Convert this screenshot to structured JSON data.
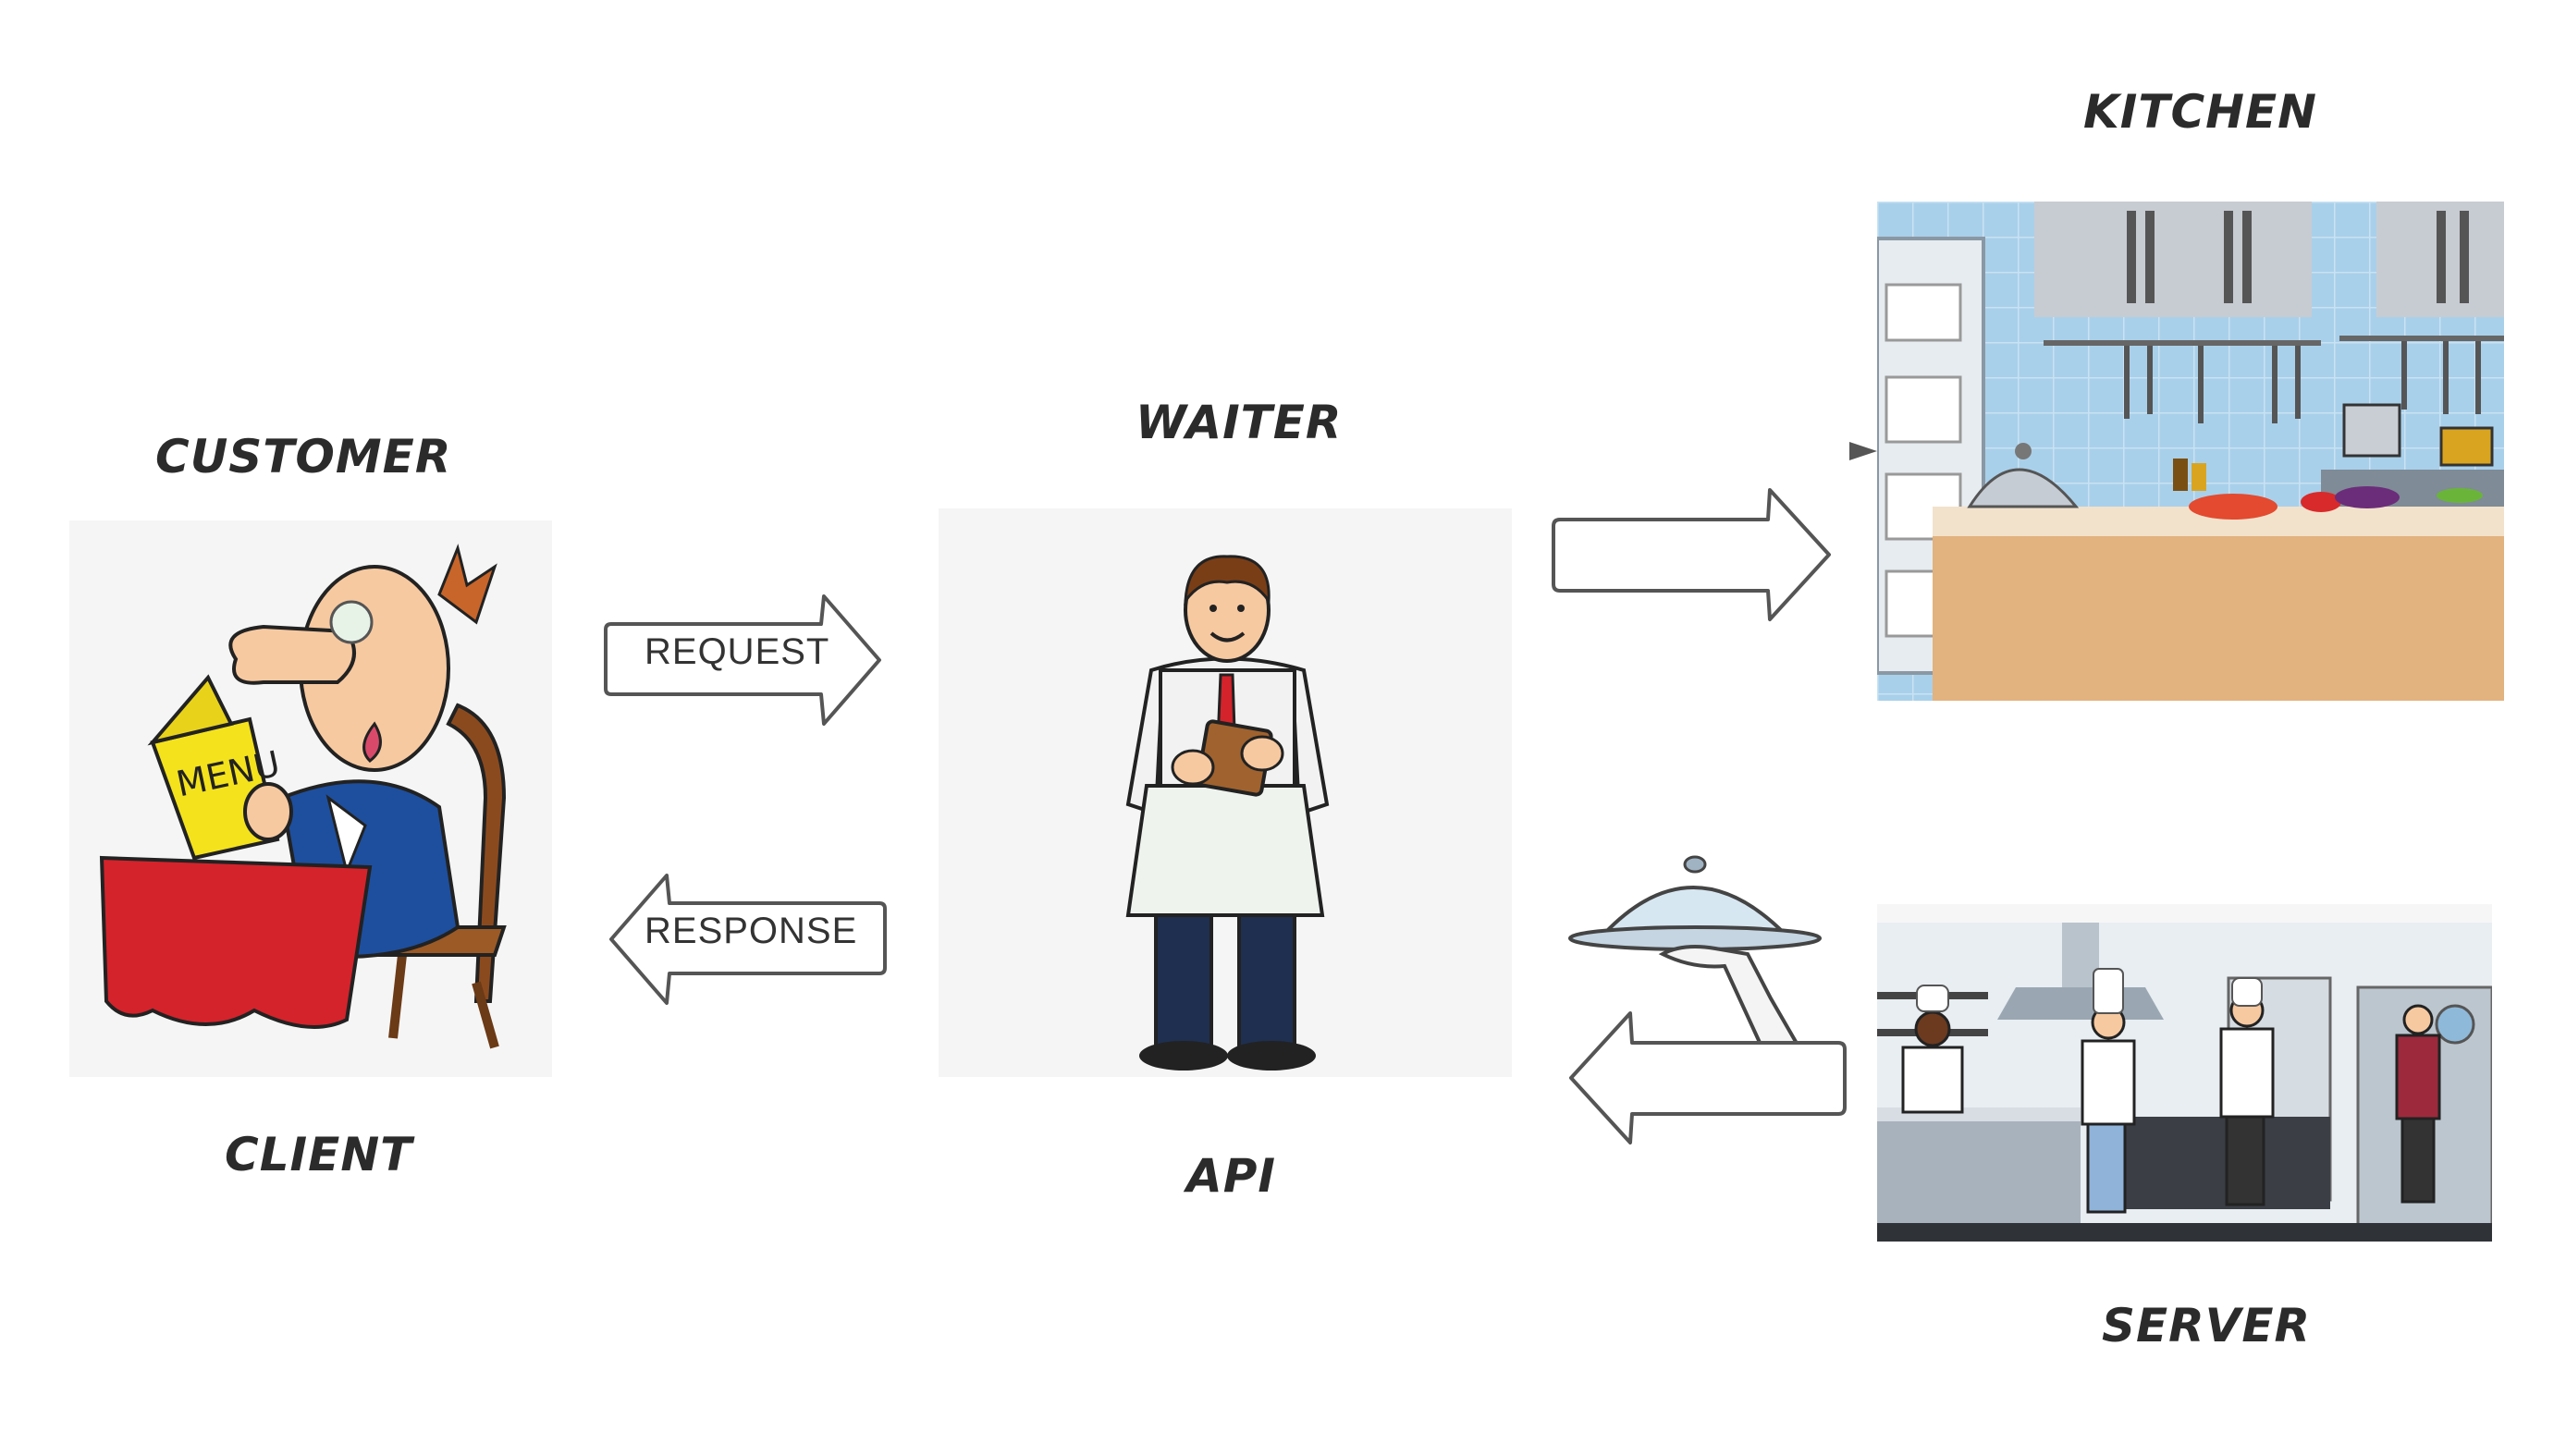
{
  "labels": {
    "customer": "CUSTOMER",
    "client": "CLIENT",
    "waiter": "WAITER",
    "api": "API",
    "kitchen": "KITCHEN",
    "server": "SERVER"
  },
  "arrows": {
    "request": "REQUEST",
    "response": "RESPONSE"
  },
  "illustrations": {
    "customer": {
      "menu_text": "MENU"
    }
  },
  "colors": {
    "label_text": "#2b2b2b",
    "arrow_stroke": "#555555",
    "panel_bg": "#f5f5f5",
    "kitchen_tile": "#a9d0ea",
    "tablecloth": "#d4232b",
    "menu_yellow": "#f4e21c"
  },
  "icons": [
    "customer-illustration",
    "waiter-illustration",
    "kitchen-illustration",
    "chefs-illustration",
    "serving-cloche-icon"
  ]
}
